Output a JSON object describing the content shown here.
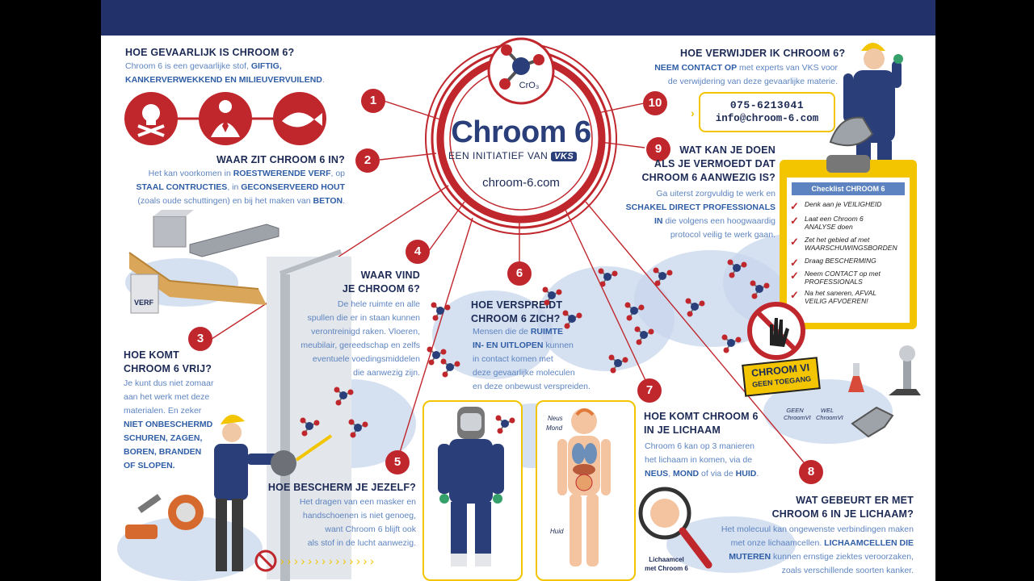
{
  "logo": {
    "title": "Chroom 6",
    "subtitle": "EEN INITIATIEF VAN",
    "brand": "VKS",
    "url": "chroom-6.com",
    "formula": "CrO₃"
  },
  "steps": [
    "1",
    "2",
    "3",
    "4",
    "5",
    "6",
    "7",
    "8",
    "9",
    "10"
  ],
  "s1": {
    "title": "HOE GEVAARLIJK IS CHROOM 6?",
    "text_a": "Chroom 6 is een gevaarlijke stof, ",
    "bold_a": "GIFTIG,",
    "bold_b": "KANKERVERWEKKEND EN MILIEUVERVUILEND",
    "text_b": "."
  },
  "s2": {
    "title": "WAAR ZIT CHROOM 6 IN?",
    "l1a": "Het kan voorkomen in ",
    "l1b": "ROESTWERENDE VERF",
    "l1c": ", op",
    "l2a": "STAAL CONTRUCTIES",
    "l2b": ", in ",
    "l2c": "GECONSERVEERD HOUT",
    "l3a": "(zoals oude schuttingen) en bij het maken van ",
    "l3b": "BETON",
    "l3c": ".",
    "paint_label": "VERF"
  },
  "s3": {
    "title1": "HOE KOMT",
    "title2": "CHROOM 6 VRIJ?",
    "l1": "Je kunt dus niet zomaar",
    "l2": "aan het werk met deze",
    "l3": "materialen. En zeker",
    "b1": "NIET ONBESCHERMD",
    "b2": "SCHUREN, ZAGEN,",
    "b3": "BOREN, BRANDEN",
    "b4": "OF SLOPEN."
  },
  "s4": {
    "title1": "WAAR VIND",
    "title2": "JE CHROOM 6?",
    "l1": "De hele ruimte en alle",
    "l2": "spullen die er in staan kunnen",
    "l3": "verontreinigd raken. Vloeren,",
    "l4": "meubilair, gereedschap en zelfs",
    "l5": "eventuele voedingsmiddelen",
    "l6": "die aanwezig zijn."
  },
  "s5": {
    "title": "HOE BESCHERM JE JEZELF?",
    "l1": "Het dragen van een masker en",
    "l2": "handschoenen is niet genoeg,",
    "l3": "want Chroom 6 blijft ook",
    "l4": "als stof in de lucht aanwezig."
  },
  "s6": {
    "title1": "HOE VERSPREIDT",
    "title2": "CHROOM 6 ZICH?",
    "l1a": "Mensen die de ",
    "l1b": "RUIMTE",
    "l2a": "IN- EN UITLOPEN",
    "l2b": " kunnen",
    "l3": "in contact komen met",
    "l4": "deze gevaarlijke moleculen",
    "l5": "en deze onbewust verspreiden."
  },
  "s7": {
    "title1": "HOE KOMT CHROOM 6",
    "title2": "IN JE LICHAAM",
    "l1": "Chroom 6 kan op 3 manieren",
    "l2": "het lichaam in komen, via de",
    "l3a": "NEUS",
    "l3b": ", ",
    "l3c": "MOND",
    "l3d": " of via de ",
    "l3e": "HUID",
    "l3f": ".",
    "label_neus": "Neus",
    "label_mond": "Mond",
    "label_huid": "Huid"
  },
  "s8": {
    "title1": "WAT GEBEURT ER MET",
    "title2": "CHROOM 6 IN JE LICHAAM?",
    "l1": "Het molecuul kan ongewenste verbindingen maken",
    "l2a": "met onze lichaamcellen. ",
    "l2b": "LICHAAMCELLEN DIE",
    "l3a": "MUTEREN",
    "l3b": " kunnen ernstige ziektes veroorzaken,",
    "l4": "zoals verschillende soorten kanker.",
    "cell1": "Lichaamcel",
    "cell2": "met Chroom 6"
  },
  "s9": {
    "title1": "WAT KAN JE DOEN",
    "title2": "ALS JE VERMOEDT DAT",
    "title3": "CHROOM 6 AANWEZIG IS?",
    "l1": "Ga uiterst zorgvuldig te werk en",
    "l2": "SCHAKEL DIRECT PROFESSIONALS",
    "l3a": "IN",
    "l3b": " die volgens een hoogwaardig",
    "l4": "protocol veilig te werk gaan."
  },
  "s10": {
    "title": "HOE VERWIJDER IK CHROOM 6?",
    "l1a": "NEEM CONTACT OP",
    "l1b": " met experts van VKS voor",
    "l2": "de verwijdering van deze gevaarlijke materie.",
    "phone": "075-6213041",
    "email": "info@chroom-6.com"
  },
  "checklist": {
    "title": "Checklist CHROOM 6",
    "items": [
      "Denk aan je VEILIGHEID",
      "Laat een Chroom 6 ANALYSE doen",
      "Zet het gebied af met WAARSCHUWINGSBORDEN",
      "Draag BESCHERMING",
      "Neem CONTACT op met PROFESSIONALS",
      "Na het saneren, AFVAL VEILIG AFVOEREN!"
    ]
  },
  "sign": {
    "line1": "CHROOM VI",
    "line2": "GEEN TOEGANG"
  },
  "tests": {
    "geen1": "GEEN",
    "geen2": "ChroomVI",
    "wel1": "WEL",
    "wel2": "ChroomVI"
  },
  "colors": {
    "navy": "#22316a",
    "red": "#c0272d",
    "blue_text": "#5d84c0",
    "yellow": "#f2c500"
  }
}
